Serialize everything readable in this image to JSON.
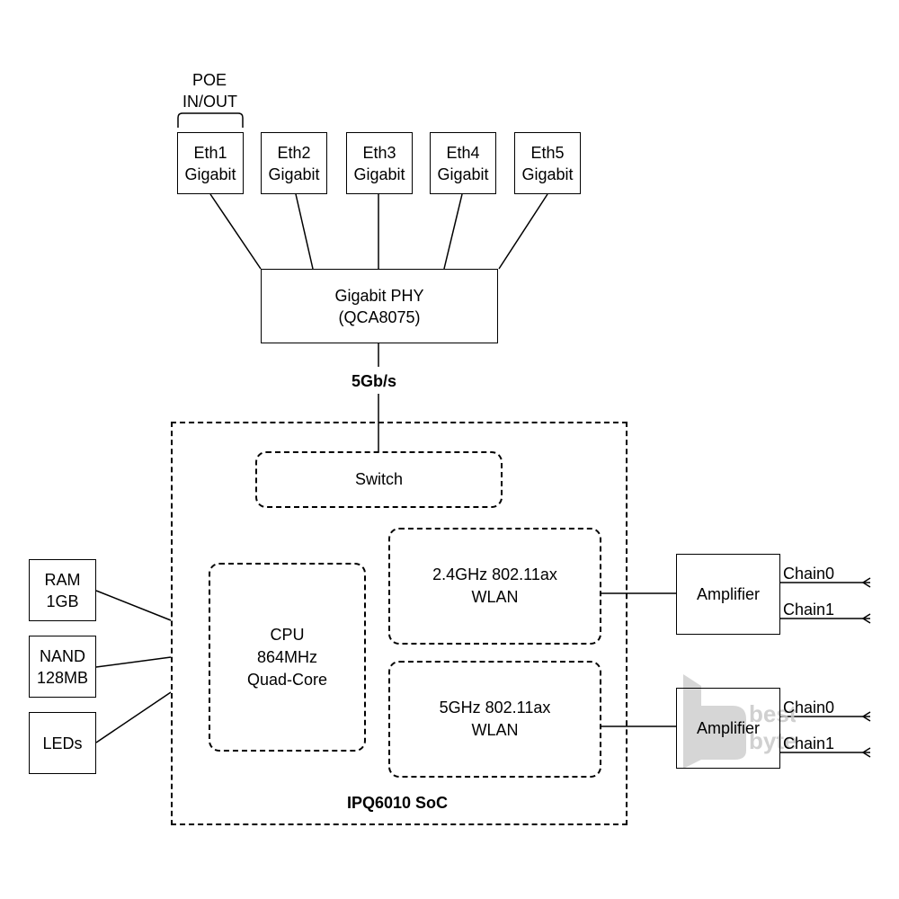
{
  "poe": {
    "line1": "POE",
    "line2": "IN/OUT"
  },
  "ports": [
    {
      "name": "Eth1",
      "speed": "Gigabit"
    },
    {
      "name": "Eth2",
      "speed": "Gigabit"
    },
    {
      "name": "Eth3",
      "speed": "Gigabit"
    },
    {
      "name": "Eth4",
      "speed": "Gigabit"
    },
    {
      "name": "Eth5",
      "speed": "Gigabit"
    }
  ],
  "phy": {
    "line1": "Gigabit PHY",
    "line2": "(QCA8075)"
  },
  "link_speed": "5Gb/s",
  "soc": {
    "label": "IPQ6010 SoC",
    "switch": "Switch",
    "cpu": {
      "line1": "CPU",
      "line2": "864MHz",
      "line3": "Quad-Core"
    },
    "wlan24": {
      "line1": "2.4GHz 802.11ax",
      "line2": "WLAN"
    },
    "wlan5": {
      "line1": "5GHz 802.11ax",
      "line2": "WLAN"
    }
  },
  "peripherals": {
    "ram": {
      "line1": "RAM",
      "line2": "1GB"
    },
    "nand": {
      "line1": "NAND",
      "line2": "128MB"
    },
    "leds": "LEDs"
  },
  "amplifiers": [
    {
      "label": "Amplifier",
      "chain0": "Chain0",
      "chain1": "Chain1"
    },
    {
      "label": "Amplifier",
      "chain0": "Chain0",
      "chain1": "Chain1"
    }
  ],
  "watermark": {
    "line1": "best",
    "line2": "byte"
  }
}
